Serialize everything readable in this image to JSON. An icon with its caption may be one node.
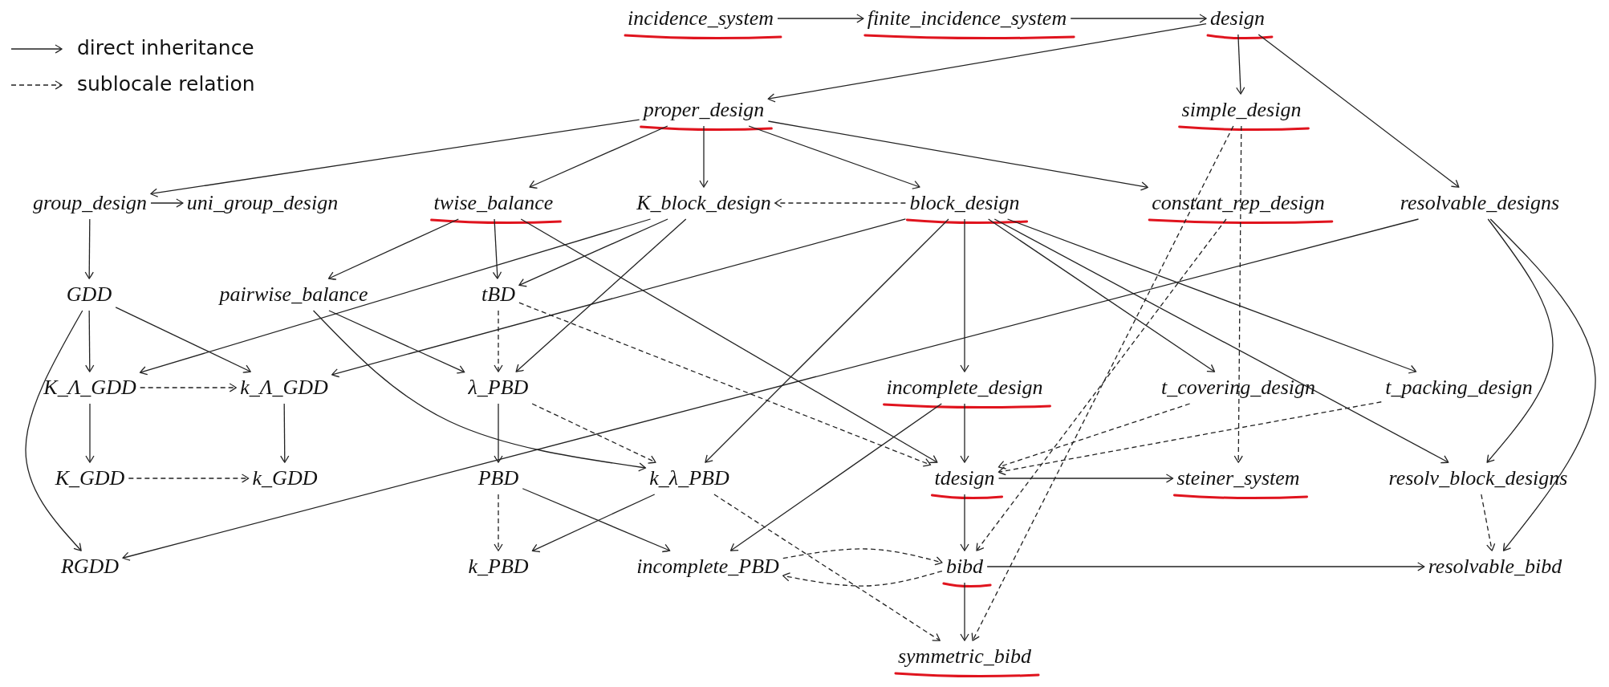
{
  "diagram": {
    "nodes": [
      {
        "text": [
          "incidence_system"
        ]
      },
      {
        "text": [
          "finite_incidence_system"
        ]
      },
      {
        "text": [
          "design"
        ]
      },
      {
        "text": [
          "proper_design"
        ]
      },
      {
        "text": [
          "simple_design"
        ]
      },
      {
        "text": [
          "group_design"
        ]
      },
      {
        "text": [
          "uni_group_design"
        ]
      },
      {
        "text": [
          "twise_balance"
        ]
      },
      {
        "text": [
          "K_block_design"
        ]
      },
      {
        "text": [
          "block_design"
        ]
      },
      {
        "text": [
          "constant_rep_design"
        ]
      },
      {
        "text": [
          "resolvable_designs"
        ]
      },
      {
        "text": [
          "GDD"
        ]
      },
      {
        "text": [
          "pairwise_balance"
        ]
      },
      {
        "text": [
          "tBD"
        ]
      },
      {
        "text": [
          "K_Λ_GDD"
        ]
      },
      {
        "text": [
          "k_Λ_GDD"
        ]
      },
      {
        "text": [
          "λ_PBD"
        ]
      },
      {
        "text": [
          "incomplete_design"
        ]
      },
      {
        "text": [
          "t_covering_design"
        ]
      },
      {
        "text": [
          "t_packing_design"
        ]
      },
      {
        "text": [
          "K_GDD"
        ]
      },
      {
        "text": [
          "k_GDD"
        ]
      },
      {
        "text": [
          "PBD"
        ]
      },
      {
        "text": [
          "k_λ_PBD"
        ]
      },
      {
        "text": [
          "tdesign"
        ]
      },
      {
        "text": [
          "steiner_system"
        ]
      },
      {
        "text": [
          "resolv_block_designs"
        ]
      },
      {
        "text": [
          "RGDD"
        ]
      },
      {
        "text": [
          "k_PBD"
        ]
      },
      {
        "text": [
          "incomplete_PBD"
        ]
      },
      {
        "text": [
          "bibd"
        ]
      },
      {
        "text": [
          "resolvable_bibd"
        ]
      },
      {
        "text": [
          "symmetric_bibd"
        ]
      }
    ],
    "edges": [
      {
        "from": 0,
        "to": 1,
        "arrow": "to"
      },
      {
        "from": 1,
        "to": 2,
        "arrow": "to"
      },
      {
        "from": 2,
        "to": 3,
        "arrow": "to"
      },
      {
        "from": 2,
        "to": 4,
        "arrow": "to"
      },
      {
        "from": 2,
        "to": 11,
        "arrow": "to"
      },
      {
        "from": 3,
        "to": 5,
        "arrow": "to"
      },
      {
        "from": 3,
        "to": 7,
        "arrow": "to"
      },
      {
        "from": 3,
        "to": 8,
        "arrow": "to"
      },
      {
        "from": 3,
        "to": 9,
        "arrow": "to"
      },
      {
        "from": 3,
        "to": 10,
        "arrow": "to"
      },
      {
        "from": 5,
        "to": 6,
        "arrow": "to"
      },
      {
        "from": 5,
        "to": 12,
        "arrow": "to"
      },
      {
        "from": 9,
        "to": 8,
        "arrow": "to",
        "style": "dashed"
      },
      {
        "from": 7,
        "to": 13,
        "arrow": "to"
      },
      {
        "from": 7,
        "to": 14,
        "arrow": "to"
      },
      {
        "from": 7,
        "to": 25,
        "arrow": "to"
      },
      {
        "from": 8,
        "to": 15,
        "arrow": "to"
      },
      {
        "from": 8,
        "to": 14,
        "arrow": "to"
      },
      {
        "from": 8,
        "to": 17,
        "arrow": "to"
      },
      {
        "from": 9,
        "to": 16,
        "arrow": "to"
      },
      {
        "from": 9,
        "to": 24,
        "arrow": "to"
      },
      {
        "from": 9,
        "to": 18,
        "arrow": "to"
      },
      {
        "from": 9,
        "to": 19,
        "arrow": "to"
      },
      {
        "from": 9,
        "to": 20,
        "arrow": "to"
      },
      {
        "from": 9,
        "to": 27,
        "arrow": "to"
      },
      {
        "from": 11,
        "to": 28,
        "arrow": "to"
      },
      {
        "from": 11,
        "to": 27,
        "arrow": "to"
      },
      {
        "from": 11,
        "to": 32,
        "arrow": "to"
      },
      {
        "from": 4,
        "to": 26,
        "arrow": "to",
        "style": "dashed"
      },
      {
        "from": 4,
        "to": 33,
        "arrow": "to",
        "style": "dashed"
      },
      {
        "from": 10,
        "to": 31,
        "arrow": "to",
        "style": "dashed"
      },
      {
        "from": 12,
        "to": 15,
        "arrow": "to"
      },
      {
        "from": 12,
        "to": 16,
        "arrow": "to"
      },
      {
        "from": 12,
        "to": 28,
        "arrow": "to"
      },
      {
        "from": 13,
        "to": 17,
        "arrow": "to"
      },
      {
        "from": 13,
        "to": 24,
        "arrow": "to"
      },
      {
        "from": 14,
        "to": 17,
        "arrow": "to",
        "style": "dashed"
      },
      {
        "from": 14,
        "to": 25,
        "arrow": "to",
        "style": "dashed"
      },
      {
        "from": 15,
        "to": 16,
        "arrow": "to",
        "style": "dashed"
      },
      {
        "from": 15,
        "to": 21,
        "arrow": "to"
      },
      {
        "from": 16,
        "to": 22,
        "arrow": "to"
      },
      {
        "from": 17,
        "to": 23,
        "arrow": "to"
      },
      {
        "from": 17,
        "to": 24,
        "arrow": "to",
        "style": "dashed"
      },
      {
        "from": 18,
        "to": 25,
        "arrow": "to"
      },
      {
        "from": 18,
        "to": 30,
        "arrow": "to"
      },
      {
        "from": 19,
        "to": 25,
        "arrow": "to",
        "style": "dashed"
      },
      {
        "from": 20,
        "to": 25,
        "arrow": "to",
        "style": "dashed"
      },
      {
        "from": 21,
        "to": 22,
        "arrow": "to",
        "style": "dashed"
      },
      {
        "from": 23,
        "to": 29,
        "arrow": "to",
        "style": "dashed"
      },
      {
        "from": 23,
        "to": 30,
        "arrow": "to"
      },
      {
        "from": 24,
        "to": 29,
        "arrow": "to"
      },
      {
        "from": 24,
        "to": 33,
        "arrow": "to",
        "style": "dashed"
      },
      {
        "from": 25,
        "to": 26,
        "arrow": "to"
      },
      {
        "from": 25,
        "to": 31,
        "arrow": "to"
      },
      {
        "from": 27,
        "to": 32,
        "arrow": "to",
        "style": "dashed"
      },
      {
        "from": 30,
        "to": 31,
        "arrow": "to",
        "style": "dashed"
      },
      {
        "from": 31,
        "to": 30,
        "arrow": "to",
        "style": "dashed"
      },
      {
        "from": 31,
        "to": 32,
        "arrow": "to"
      },
      {
        "from": 31,
        "to": 33,
        "arrow": "to"
      }
    ],
    "legend": [
      {
        "text": "direct inheritance"
      },
      {
        "text": "sublocale relation"
      }
    ]
  }
}
